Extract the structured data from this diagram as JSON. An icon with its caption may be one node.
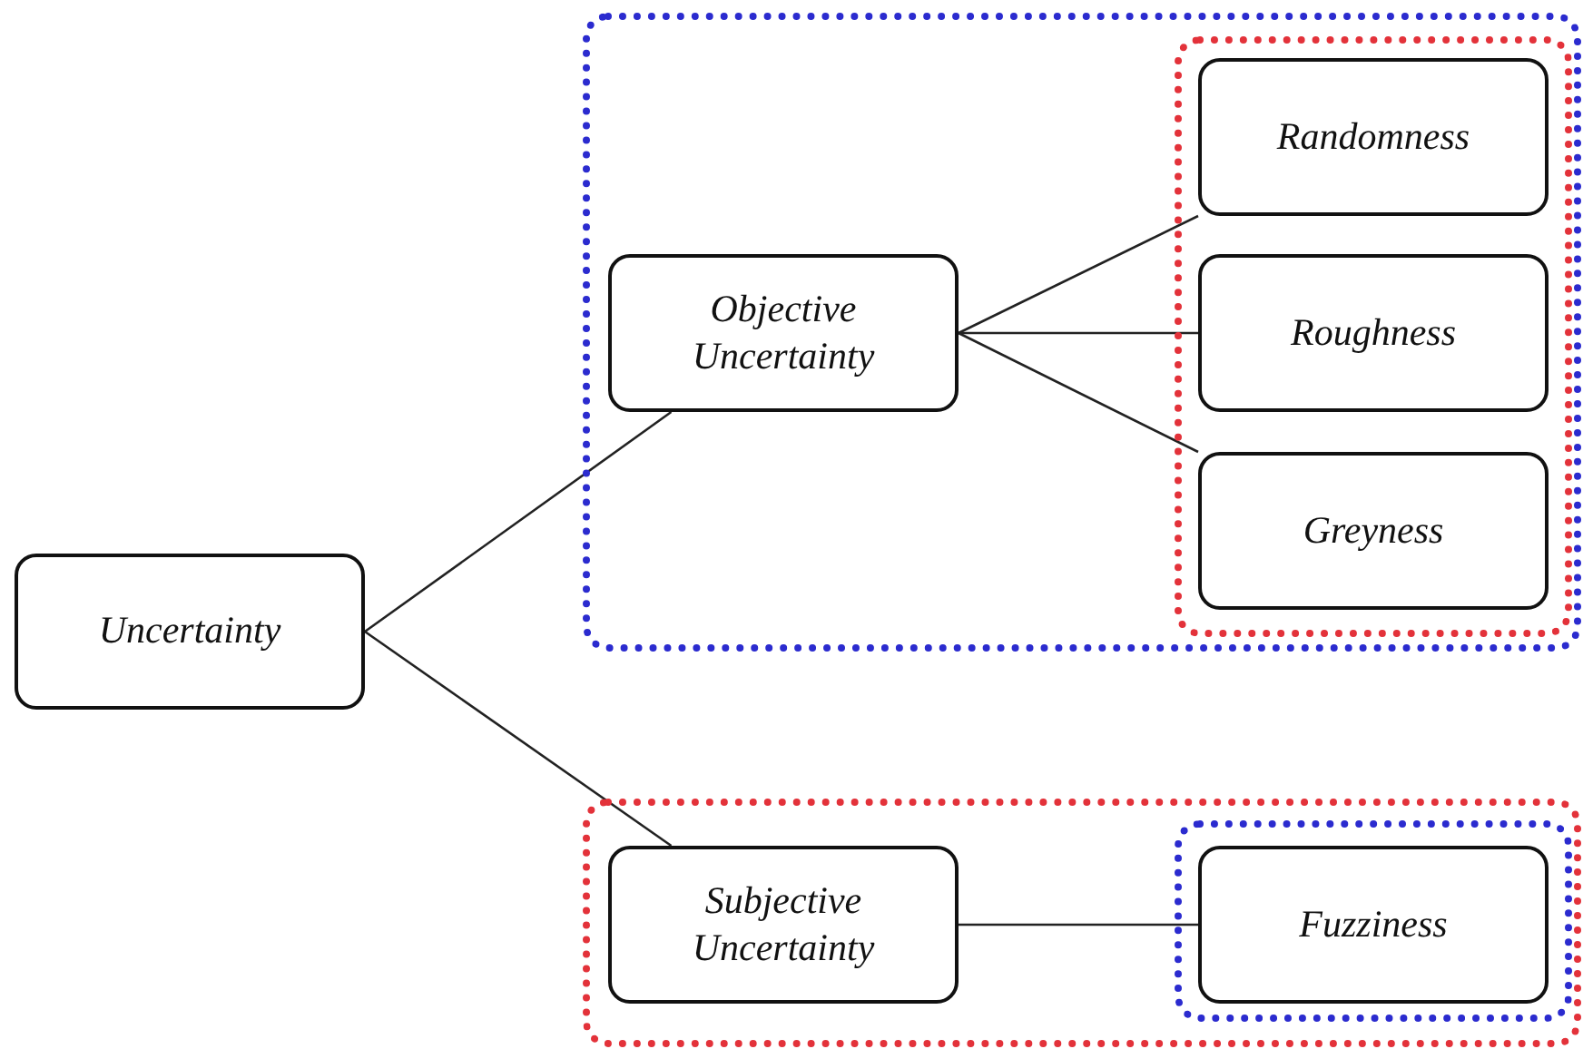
{
  "diagram": {
    "nodes": [
      {
        "text": [
          "Uncertainty"
        ]
      },
      {
        "text": [],
        "shape": "box"
      },
      {
        "text": [],
        "shape": "box",
        "in": 1
      },
      {
        "text": [
          "Objective Uncertainty"
        ],
        "in": 1
      },
      {
        "text": [
          "Randomness"
        ],
        "in": 2
      },
      {
        "text": [
          "Roughness"
        ],
        "in": 2
      },
      {
        "text": [
          "Greyness"
        ],
        "in": 2
      },
      {
        "text": [],
        "shape": "box"
      },
      {
        "text": [
          "Subjective Uncertainty"
        ],
        "in": 7
      },
      {
        "text": [],
        "shape": "box",
        "in": 7
      },
      {
        "text": [
          "Fuzziness"
        ],
        "in": 9
      }
    ],
    "edges": [
      {
        "from": 0,
        "to": 3,
        "arrow": "none"
      },
      {
        "from": 0,
        "to": 8,
        "arrow": "none"
      },
      {
        "from": 3,
        "to": 4,
        "arrow": "none"
      },
      {
        "from": 3,
        "to": 5,
        "arrow": "none"
      },
      {
        "from": 3,
        "to": 6,
        "arrow": "none"
      },
      {
        "from": 8,
        "to": 10,
        "arrow": "none"
      }
    ]
  }
}
